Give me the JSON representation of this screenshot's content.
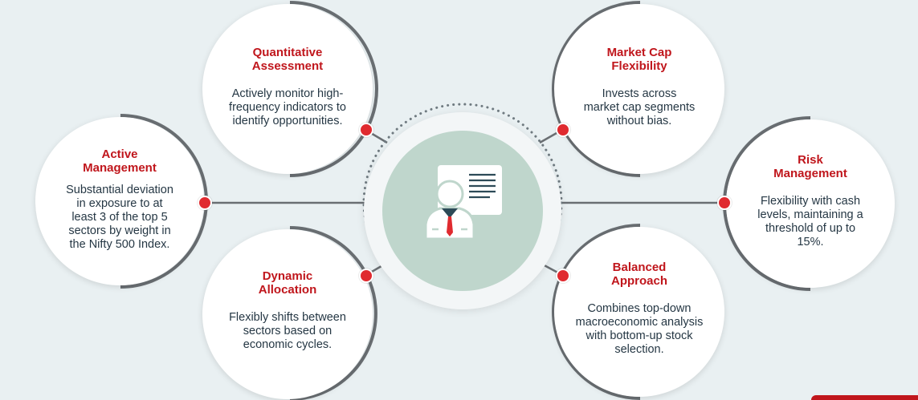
{
  "nodes": [
    {
      "title": "Active\nManagement",
      "desc": "Substantial deviation\nin exposure to at\nleast 3 of the top 5\nsectors by weight in\nthe Nifty 500 Index."
    },
    {
      "title": "Quantitative\nAssessment",
      "desc": "Actively monitor high-\nfrequency indicators to\nidentify opportunities."
    },
    {
      "title": "Dynamic\nAllocation",
      "desc": "Flexibly shifts between\nsectors based on\neconomic cycles."
    },
    {
      "title": "Market Cap\nFlexibility",
      "desc": "Invests across\nmarket cap segments\nwithout bias."
    },
    {
      "title": "Risk\nManagement",
      "desc": "Flexibility with cash\nlevels, maintaining a\nthreshold of up to\n15%."
    },
    {
      "title": "Balanced\nApproach",
      "desc": "Combines top-down\nmacroeconomic analysis\nwith bottom-up stock\nselection."
    }
  ],
  "colors": {
    "title": "#c0161c",
    "text": "#253744",
    "dot": "#e02a2f",
    "hub": "#bfd6cc",
    "arc": "#6a6f73",
    "background": "#e9f0f2"
  },
  "icons": {
    "center": "businessman-with-document-icon"
  }
}
